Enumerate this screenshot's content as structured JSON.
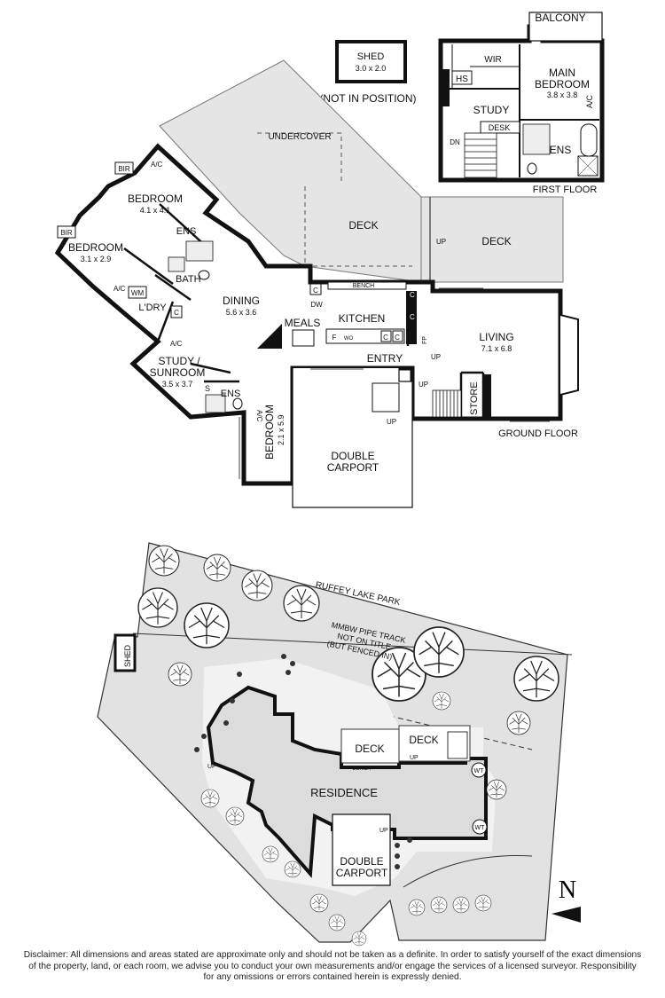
{
  "first_floor": {
    "caption": "FIRST FLOOR",
    "balcony": "BALCONY",
    "wir": "WIR",
    "hs": "HS",
    "main_bedroom": "MAIN",
    "main_bedroom_2": "BEDROOM",
    "main_bedroom_size": "3.8 x 3.8",
    "ac": "A/C",
    "study": "STUDY",
    "desk": "DESK",
    "dn": "DN",
    "ens": "ENS"
  },
  "shed": {
    "name": "SHED",
    "size": "3.0 x 2.0",
    "note": "(NOT IN POSITION)"
  },
  "ground_floor": {
    "caption": "GROUND FLOOR",
    "undercover": "UNDERCOVER",
    "deck_left": "DECK",
    "deck_right": "DECK",
    "up": "UP",
    "bir": "BIR",
    "ac": "A/C",
    "bedroom1": "BEDROOM",
    "bedroom1_size": "4.1 x 4.1",
    "ens": "ENS",
    "bedroom2": "BEDROOM",
    "bedroom2_size": "3.1 x 2.9",
    "bath": "BATH",
    "wm": "WM",
    "ldry": "L'DRY",
    "c": "C",
    "bench": "BENCH",
    "dining": "DINING",
    "dining_size": "5.6 x 3.6",
    "meals": "MEALS",
    "kitchen": "KITCHEN",
    "dw": "DW",
    "f": "F",
    "wo": "WO",
    "fp": "FP",
    "living": "LIVING",
    "living_size": "7.1 x 6.8",
    "entry": "ENTRY",
    "study_sunroom": "STUDY /",
    "study_sunroom_2": "SUNROOM",
    "study_sunroom_size": "3.5 x 3.7",
    "s": "S",
    "bedroom3": "BEDROOM",
    "bedroom3_size": "2.1 x 5.9",
    "store": "STORE",
    "double_carport": "DOUBLE",
    "double_carport_2": "CARPORT"
  },
  "site": {
    "park": "RUFFEY LAKE PARK",
    "pipe_1": "MMBW PIPE TRACK",
    "pipe_2": "NOT ON TITLE",
    "pipe_3": "(BUT FENCED IN)",
    "shed": "SHED",
    "deck1": "DECK",
    "deck2": "DECK",
    "bench": "BENCH",
    "up": "UP",
    "residence": "RESIDENCE",
    "wt": "WT",
    "carport_1": "DOUBLE",
    "carport_2": "CARPORT",
    "north": "N"
  },
  "disclaimer": {
    "line1": "Disclaimer: All dimensions and areas stated are approximate only and should not be taken as a definite. In order to satisfy yourself of the exact dimensions",
    "line2": "of the property, land, or each room, we advise you to conduct your own measurements and/or engage the services of a licensed surveyor. Responsibility",
    "line3": "for any omissions or errors contained herein is expressly denied."
  }
}
